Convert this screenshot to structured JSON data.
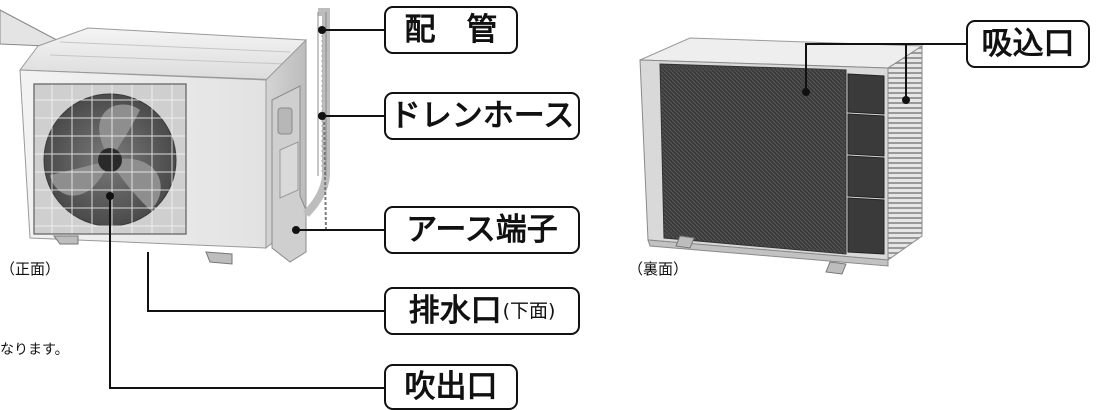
{
  "labels": {
    "piping": "配　管",
    "drain_hose": "ドレンホース",
    "earth_terminal": "アース端子",
    "drain_outlet": "排水口",
    "drain_outlet_sub": "(下面)",
    "air_outlet": "吹出口",
    "air_inlet": "吸込口"
  },
  "captions": {
    "front": "（正面）",
    "back": "（裏面）"
  },
  "note": "なります。"
}
